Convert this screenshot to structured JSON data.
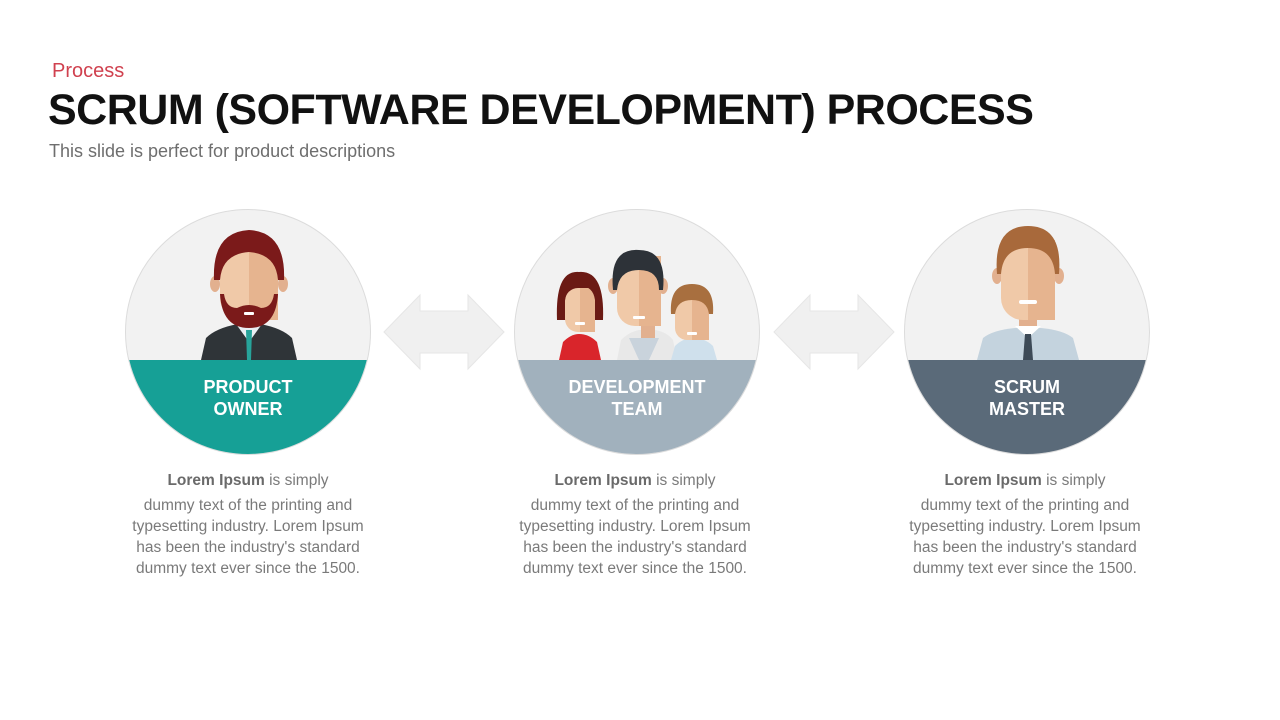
{
  "slide": {
    "kicker": "Process",
    "title": "SCRUM (SOFTWARE DEVELOPMENT) PROCESS",
    "subtitle": "This slide is perfect for product descriptions"
  },
  "roles": [
    {
      "line1": "PRODUCT",
      "line2": "OWNER",
      "color": "#16a096",
      "icon": "bearded-man-avatar-icon",
      "desc_bold": "Lorem Ipsum",
      "desc_first": " is simply",
      "desc_rest": "dummy text of the printing and typesetting industry. Lorem Ipsum has been the industry's standard dummy text ever since the 1500."
    },
    {
      "line1": "DEVELOPMENT",
      "line2": "TEAM",
      "color": "#a1b1bd",
      "icon": "team-avatars-icon",
      "desc_bold": "Lorem Ipsum",
      "desc_first": " is simply",
      "desc_rest": "dummy text of the printing and typesetting industry. Lorem Ipsum has been the industry's standard dummy text ever since the 1500."
    },
    {
      "line1": "SCRUM",
      "line2": "MASTER",
      "color": "#5a6a79",
      "icon": "man-with-tie-avatar-icon",
      "desc_bold": "Lorem Ipsum",
      "desc_first": " is simply",
      "desc_rest": "dummy text of the printing and typesetting industry. Lorem Ipsum has been the industry's standard dummy text ever since the 1500."
    }
  ],
  "connectors": [
    "double-arrow-icon",
    "double-arrow-icon"
  ]
}
